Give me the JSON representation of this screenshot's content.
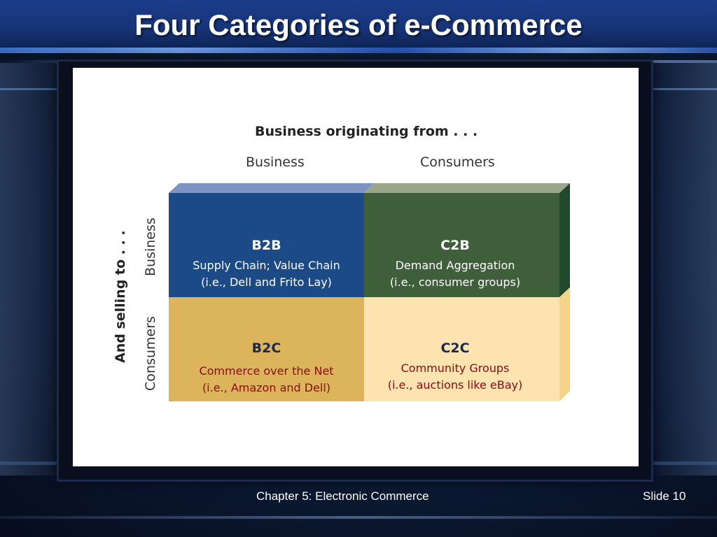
{
  "slide": {
    "title": "Four Categories of e-Commerce",
    "footer_center": "Chapter 5: Electronic Commerce",
    "footer_right": "Slide 10"
  },
  "diagram": {
    "heading": "Business originating from . . .",
    "columns": [
      "Business",
      "Consumers"
    ],
    "row_axis": "And selling to . . .",
    "rows": [
      "Business",
      "Consumers"
    ],
    "cells": {
      "b2b": {
        "code": "B2B",
        "line1": "Supply Chain; Value Chain",
        "line2": "(i.e., Dell and Frito Lay)"
      },
      "c2b": {
        "code": "C2B",
        "line1": "Demand Aggregation",
        "line2": "(i.e., consumer groups)"
      },
      "b2c": {
        "code": "B2C",
        "line1": "Commerce over the Net",
        "line2": "(i.e., Amazon and Dell)"
      },
      "c2c": {
        "code": "C2C",
        "line1": "Community Groups",
        "line2": "(i.e., auctions like eBay)"
      }
    },
    "colors": {
      "b2b": "#1b4a86",
      "c2b": "#3f5f3a",
      "b2c": "#dcb45c",
      "c2c": "#fde3b0",
      "dark_red_text": "#8b0a12"
    }
  }
}
